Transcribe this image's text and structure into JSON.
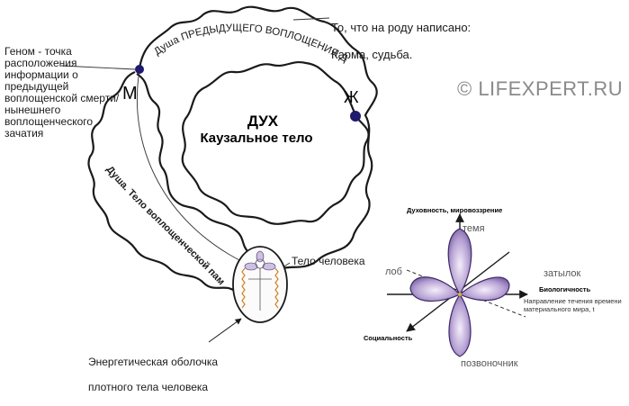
{
  "top_note": {
    "line1": "То, что на роду написано:",
    "line2": "Карма, судьба."
  },
  "genome_note": "Геном - точка\nрасположения\nинформации о\nпредыдущей\nвоплощенской смерти/\nнынешнего\nвоплощенческого\nзачатия",
  "copyright": "© LIFEXPERT.RU",
  "soul_path_label": "Душа ПРЕДЫДУЩЕГО ВОПЛОЩЕНИЯ ДУХА",
  "letter_m": "М",
  "letter_zh": "Ж",
  "spirit": {
    "title": "ДУХ",
    "subtitle": "Каузальное тело"
  },
  "memory_body_label": "Душа. Тело воплощенческой памяти",
  "human_body_label": "Тело человека",
  "energy_shell": {
    "line1": "Энергетическая оболочка",
    "line2": "плотного тела человека"
  },
  "axes": {
    "spirituality": "Духовность, мировоззрение",
    "crown": "темя",
    "forehead": "лоб",
    "occiput": "затылок",
    "biologicity": "Биологичность",
    "time_flow_line1": "Направление течения времени",
    "time_flow_line2": "материального мира, t",
    "sociality": "Социальность",
    "spine": "позвоночник"
  },
  "colors": {
    "ink": "#1a1a1a",
    "node": "#1f1a6e",
    "petal_fill": "#7b62a8",
    "petal_stroke": "#3d2a66",
    "aura": "#d4821e",
    "copyright": "#8a8a8a"
  }
}
